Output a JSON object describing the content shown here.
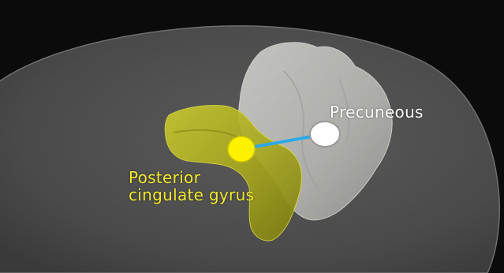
{
  "labels": {
    "precuneous": {
      "text": "Precuneous",
      "color": "#ffffff"
    },
    "posterior_cingulate": {
      "line1": "Posterior",
      "line2": "cingulate gyrus",
      "color": "#f2e92a"
    }
  },
  "colors": {
    "background": "#0b0b0b",
    "skull": "#4f4f4f",
    "skull_edge": "#6e6e6e",
    "precuneus_region": "#c9c9c4",
    "cingulate_region": "#b8b82a",
    "precuneus_node": "#ffffff",
    "cingulate_node": "#fff200",
    "connection": "#2ea8e6"
  }
}
